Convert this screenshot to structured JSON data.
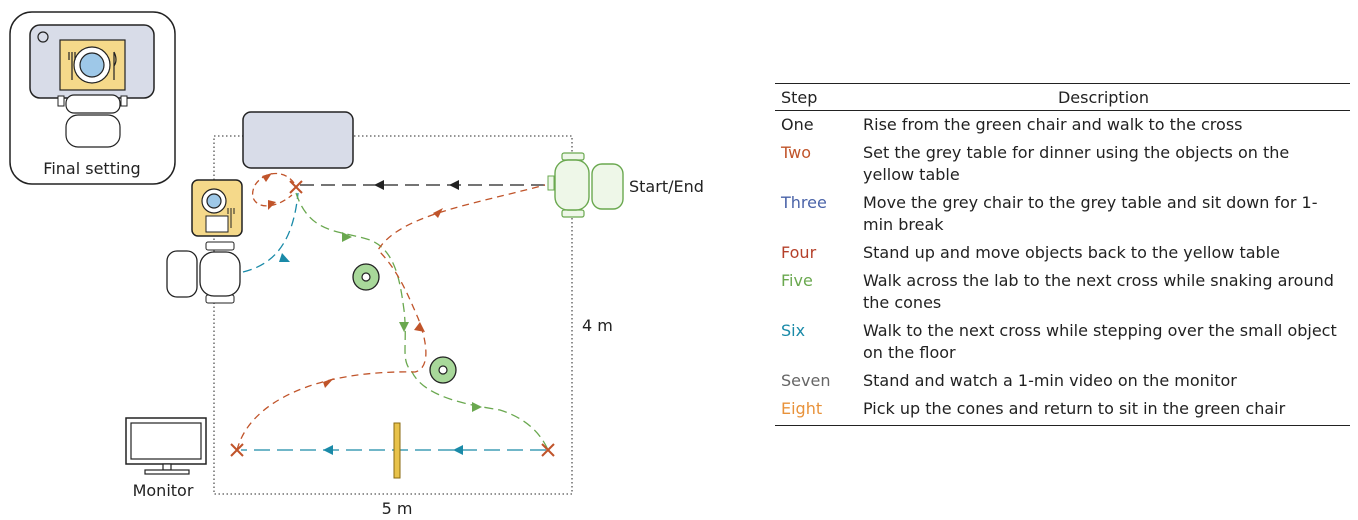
{
  "diagram": {
    "final_setting_label": "Final setting",
    "start_end_label": "Start/End",
    "monitor_label": "Monitor",
    "height_label": "4 m",
    "width_label": "5 m"
  },
  "table": {
    "header": {
      "step": "Step",
      "description": "Description"
    },
    "rows": [
      {
        "step": "One",
        "description": "Rise from the green chair and walk to the cross",
        "color": "#222222"
      },
      {
        "step": "Two",
        "description": "Set the grey table for dinner using the objects on the yellow table",
        "color": "#c0542a"
      },
      {
        "step": "Three",
        "description": "Move the grey chair to the grey table and sit down for 1-min break",
        "color": "#4a63a8"
      },
      {
        "step": "Four",
        "description": "Stand up and move objects back to the yellow table",
        "color": "#b5402a"
      },
      {
        "step": "Five",
        "description": "Walk across the lab to the next cross while snaking around the cones",
        "color": "#6aa84f"
      },
      {
        "step": "Six",
        "description": "Walk to the next cross while stepping over the small object on the floor",
        "color": "#1a8aa8"
      },
      {
        "step": "Seven",
        "description": "Stand and watch a 1-min video on the monitor",
        "color": "#666666"
      },
      {
        "step": "Eight",
        "description": "Pick up the cones and return to sit in the green chair",
        "color": "#e8923a"
      }
    ]
  },
  "colors": {
    "path_orange": "#c0542a",
    "path_green": "#6aa84f",
    "path_teal": "#1a8aa8",
    "path_black": "#222222",
    "grey_table": "#d8dce8",
    "yellow_table": "#f5d98a",
    "cone_fill": "#a8d89a"
  }
}
